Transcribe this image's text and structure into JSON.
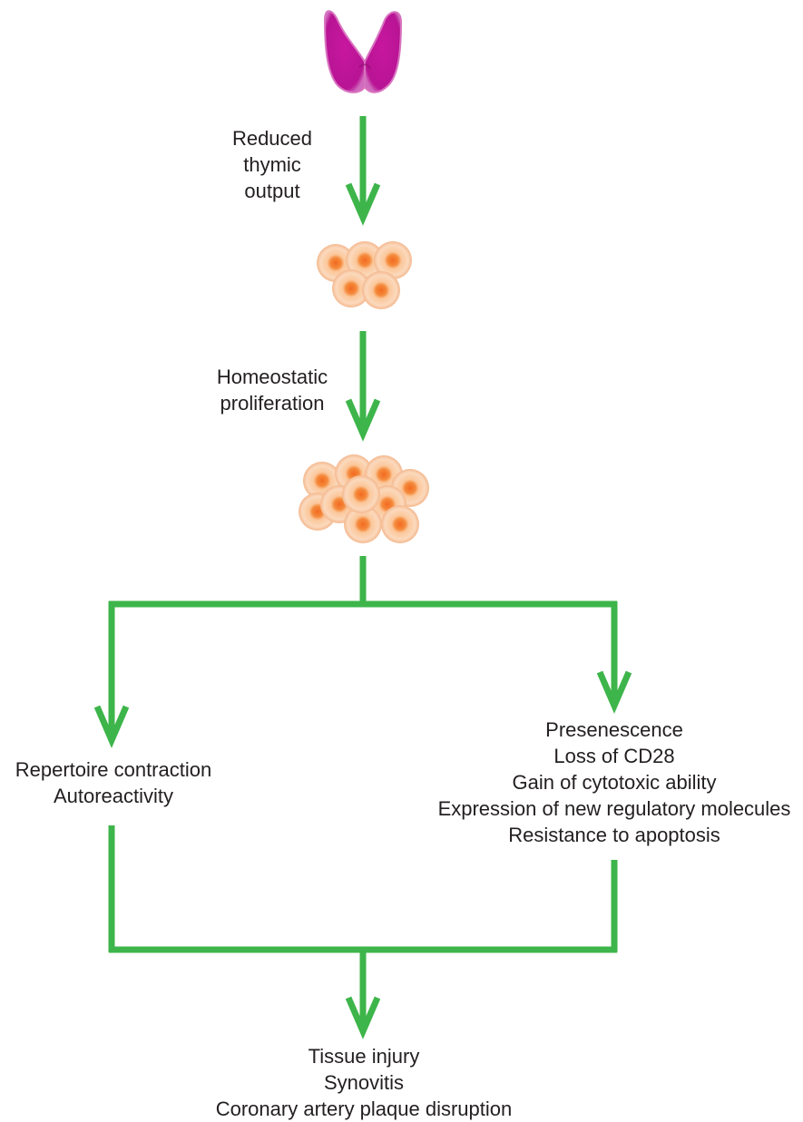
{
  "colors": {
    "arrow": "#3db54a",
    "thymus": "#c31a9e",
    "thymus_outline": "#d873bf",
    "cell_outer": "#f9d3b3",
    "cell_inner": "#f26a21",
    "text": "#231f20"
  },
  "labels": {
    "thymic_output": "Reduced\nthymic\noutput",
    "proliferation": "Homeostatic\nproliferation",
    "left_outcome": "Repertoire contraction\nAutoreactivity",
    "right_outcome": "Presenescence\nLoss of CD28\nGain of cytotoxic ability\nExpression of new regulatory molecules\nResistance to apoptosis",
    "final_outcome": "Tissue injury\nSynovitis\nCoronary artery plaque disruption"
  },
  "icons": {
    "thymus": "thymus-icon",
    "small_cluster": "t-cell-cluster-icon",
    "large_cluster": "t-cell-cluster-icon"
  }
}
